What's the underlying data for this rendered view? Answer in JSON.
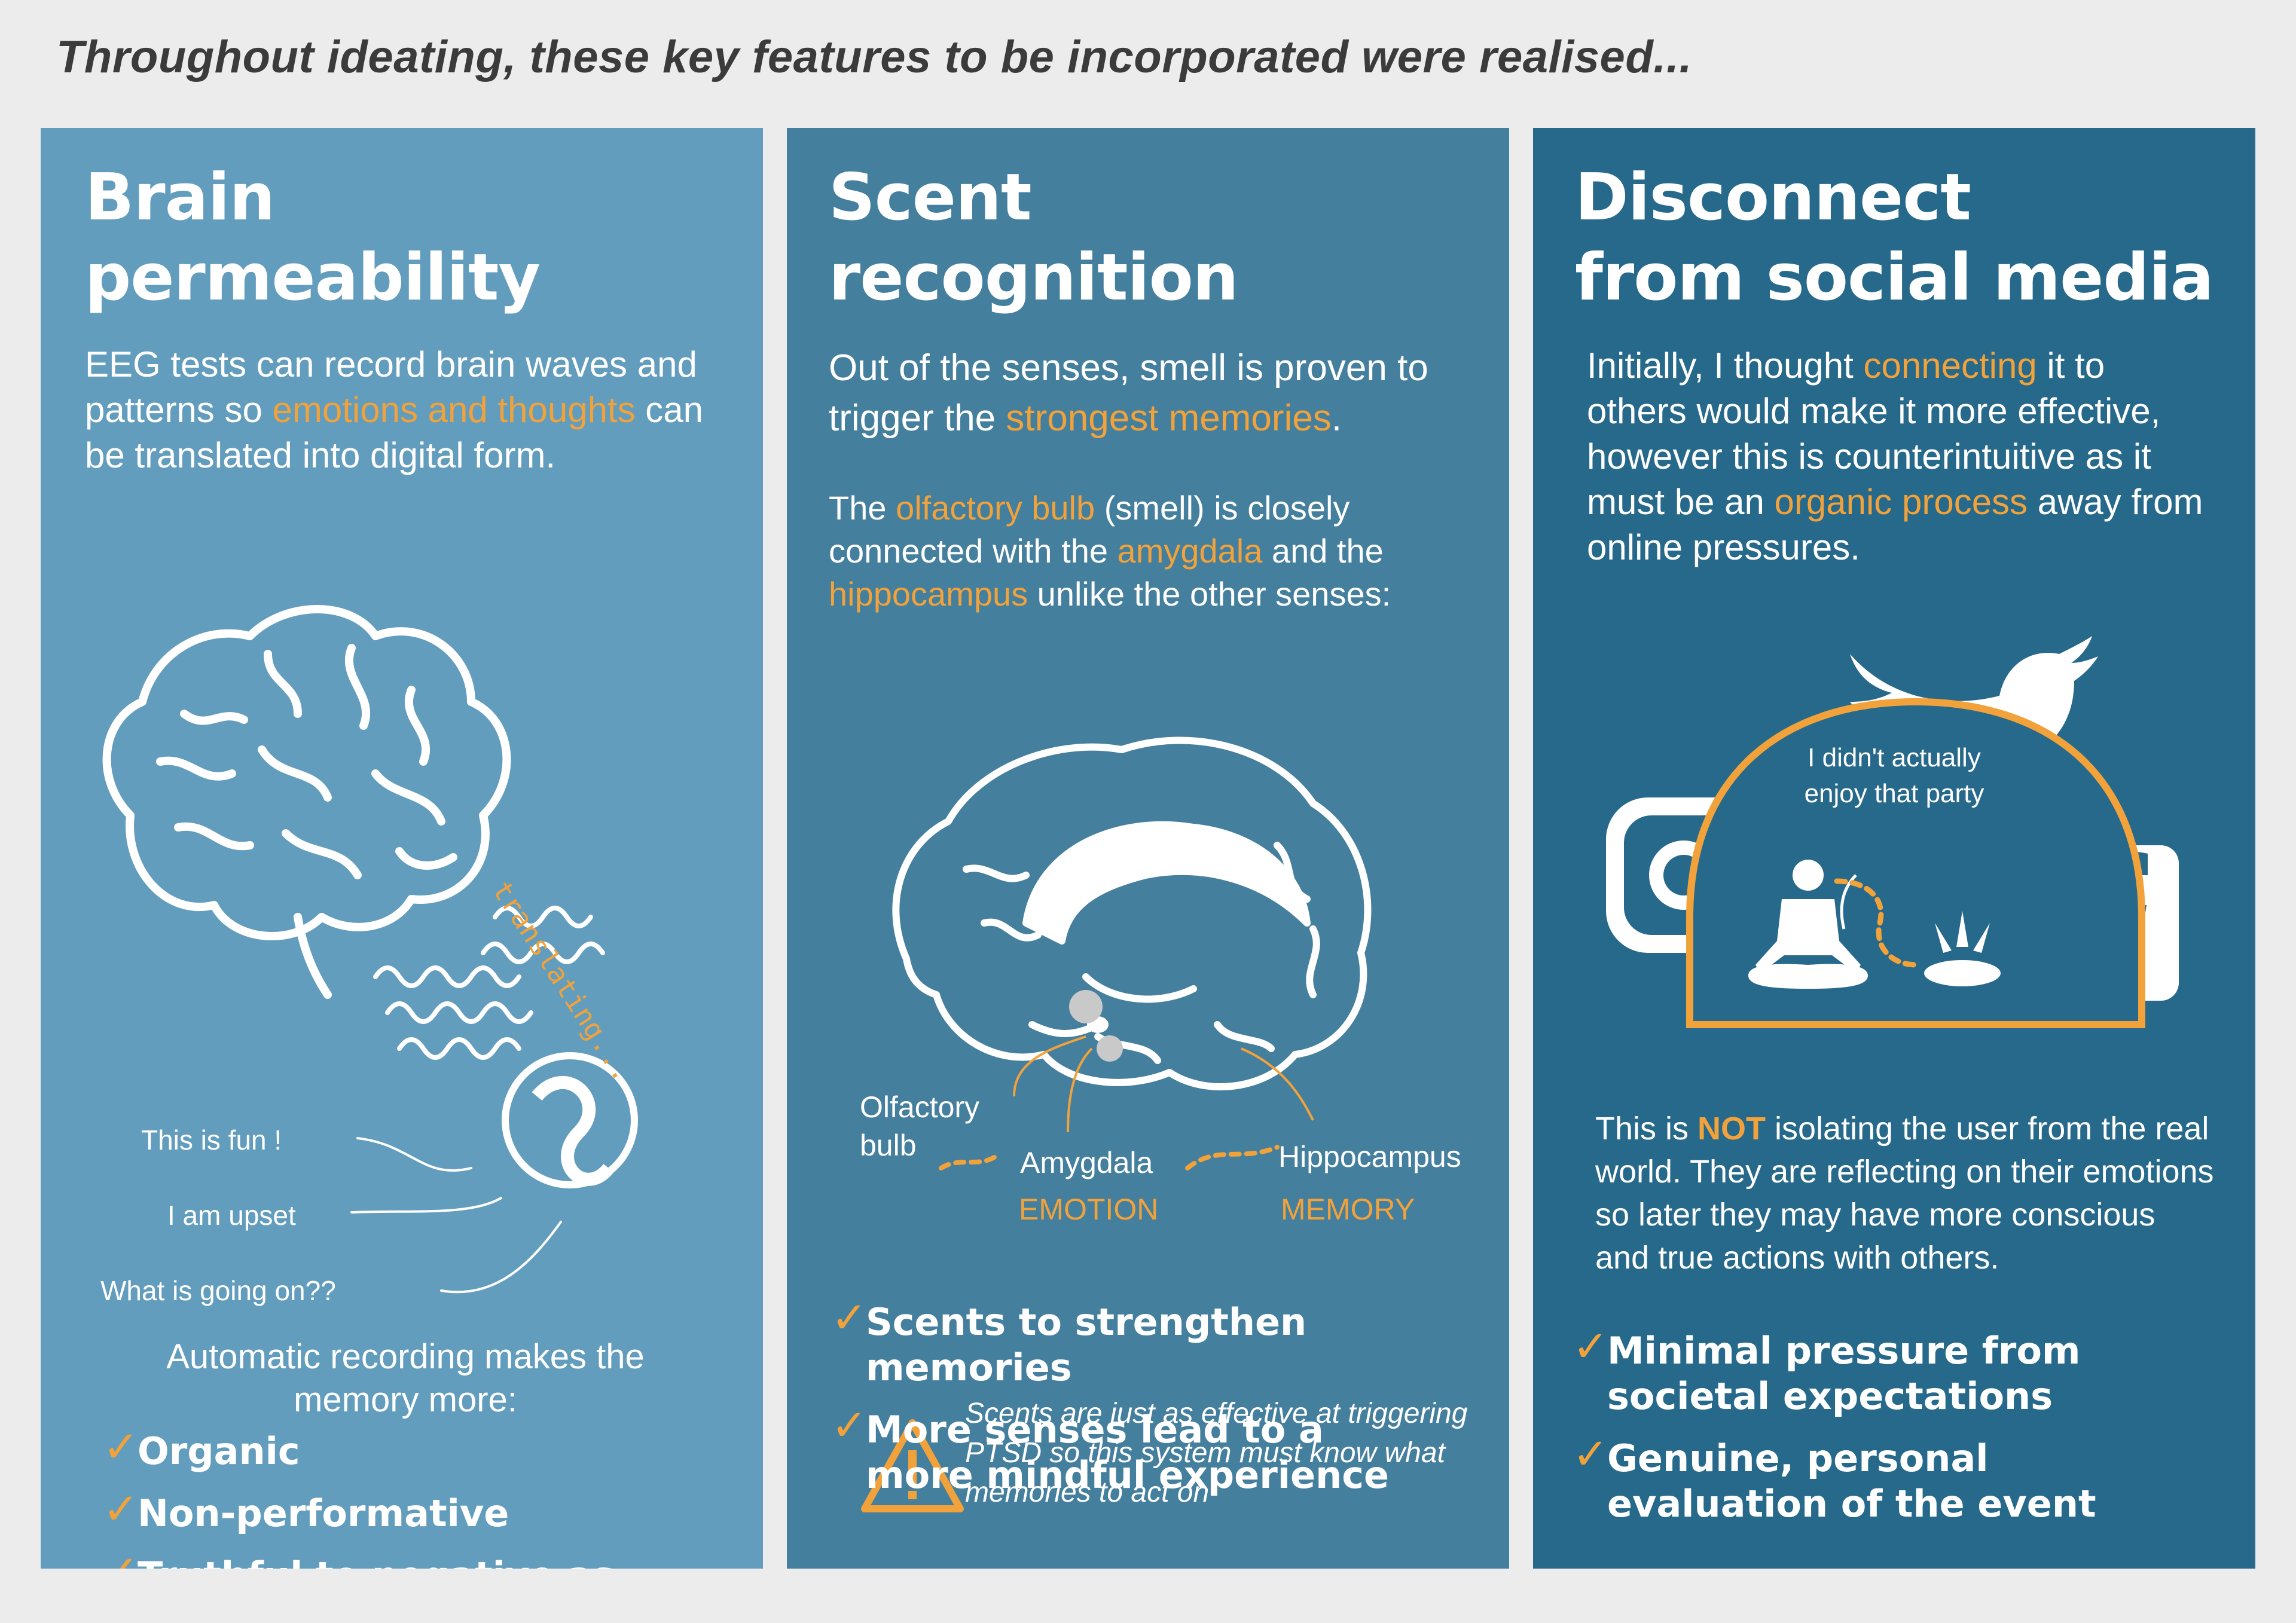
{
  "heading": "Throughout ideating, these key features to be incorporated were realised...",
  "panel1": {
    "title_line1": "Brain",
    "title_line2": "permeability",
    "intro": {
      "part1": "EEG tests can record brain waves and patterns so ",
      "highlight": "emotions and thoughts",
      "part2": " can be translated into digital form."
    },
    "translating_label": "translating...",
    "thoughts": [
      "This is fun !",
      "I am upset",
      "What is going on??"
    ],
    "auto_text": "Automatic recording makes the memory more:",
    "checks": [
      "Organic",
      "Non-performative",
      "Truthful to negative as well as positive feelings"
    ],
    "check_mark": "✓"
  },
  "panel2": {
    "title_line1": "Scent",
    "title_line2": "recognition",
    "intro": {
      "part1": "Out of the senses, smell is proven to trigger the ",
      "highlight": "strongest memories",
      "part2": "."
    },
    "para2": {
      "a": "The ",
      "b": "olfactory bulb",
      "c": " (smell) is closely connected with the ",
      "d": "amygdala",
      "e": " and the ",
      "f": "hippocampus",
      "g": " unlike the other senses:"
    },
    "labels": {
      "olfactory_line1": "Olfactory",
      "olfactory_line2": "bulb",
      "amygdala": "Amygdala",
      "hippocampus": "Hippocampus",
      "emotion": "EMOTION",
      "memory": "MEMORY"
    },
    "checks": [
      "Scents to strengthen memories",
      "More senses lead to a more mindful experience"
    ],
    "warning": "Scents are just as effective at triggering PTSD so this system must know what memories to act on",
    "check_mark": "✓"
  },
  "panel3": {
    "title_line1": "Disconnect",
    "title_line2": "from social media",
    "intro": {
      "a": "Initially, I thought ",
      "b": "connecting",
      "c": " it to others would make it more effective, however this is counterintuitive as it must be an ",
      "d": "organic process",
      "e": " away from online pressures."
    },
    "bubble_line1": "I didn't actually",
    "bubble_line2": "enjoy that party",
    "para2": {
      "a": "This is ",
      "b": "NOT",
      "c": " isolating the user from the real world. They are reflecting on their emotions so later they may have more conscious and true actions with others."
    },
    "checks": [
      "Minimal pressure from societal expectations",
      "Genuine, personal evaluation of the event"
    ],
    "check_mark": "✓"
  },
  "colors": {
    "panel1": "#639dbd",
    "panel2": "#457f9e",
    "panel3": "#27698b",
    "accent": "#f2a23a"
  },
  "icons": [
    "brain-icon",
    "wave-icon",
    "scent-bubble-icon",
    "brain-sagittal-icon",
    "warning-icon",
    "instagram-icon",
    "twitter-bird-icon",
    "facebook-icon",
    "meditating-person-icon",
    "ground-hole-icon"
  ]
}
